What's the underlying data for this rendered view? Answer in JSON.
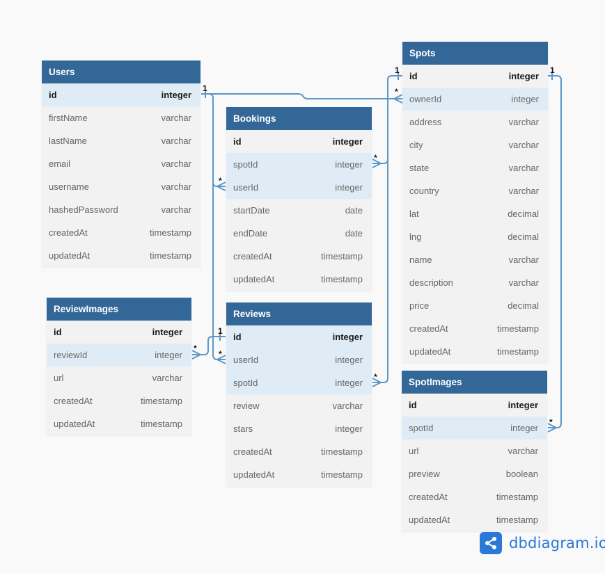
{
  "tables": {
    "users": {
      "name": "Users",
      "fields": [
        {
          "name": "id",
          "type": "integer"
        },
        {
          "name": "firstName",
          "type": "varchar"
        },
        {
          "name": "lastName",
          "type": "varchar"
        },
        {
          "name": "email",
          "type": "varchar"
        },
        {
          "name": "username",
          "type": "varchar"
        },
        {
          "name": "hashedPassword",
          "type": "varchar"
        },
        {
          "name": "createdAt",
          "type": "timestamp"
        },
        {
          "name": "updatedAt",
          "type": "timestamp"
        }
      ]
    },
    "bookings": {
      "name": "Bookings",
      "fields": [
        {
          "name": "id",
          "type": "integer"
        },
        {
          "name": "spotId",
          "type": "integer"
        },
        {
          "name": "userId",
          "type": "integer"
        },
        {
          "name": "startDate",
          "type": "date"
        },
        {
          "name": "endDate",
          "type": "date"
        },
        {
          "name": "createdAt",
          "type": "timestamp"
        },
        {
          "name": "updatedAt",
          "type": "timestamp"
        }
      ]
    },
    "spots": {
      "name": "Spots",
      "fields": [
        {
          "name": "id",
          "type": "integer"
        },
        {
          "name": "ownerId",
          "type": "integer"
        },
        {
          "name": "address",
          "type": "varchar"
        },
        {
          "name": "city",
          "type": "varchar"
        },
        {
          "name": "state",
          "type": "varchar"
        },
        {
          "name": "country",
          "type": "varchar"
        },
        {
          "name": "lat",
          "type": "decimal"
        },
        {
          "name": "lng",
          "type": "decimal"
        },
        {
          "name": "name",
          "type": "varchar"
        },
        {
          "name": "description",
          "type": "varchar"
        },
        {
          "name": "price",
          "type": "decimal"
        },
        {
          "name": "createdAt",
          "type": "timestamp"
        },
        {
          "name": "updatedAt",
          "type": "timestamp"
        }
      ]
    },
    "reviewImages": {
      "name": "ReviewImages",
      "fields": [
        {
          "name": "id",
          "type": "integer"
        },
        {
          "name": "reviewId",
          "type": "integer"
        },
        {
          "name": "url",
          "type": "varchar"
        },
        {
          "name": "createdAt",
          "type": "timestamp"
        },
        {
          "name": "updatedAt",
          "type": "timestamp"
        }
      ]
    },
    "reviews": {
      "name": "Reviews",
      "fields": [
        {
          "name": "id",
          "type": "integer"
        },
        {
          "name": "userId",
          "type": "integer"
        },
        {
          "name": "spotId",
          "type": "integer"
        },
        {
          "name": "review",
          "type": "varchar"
        },
        {
          "name": "stars",
          "type": "integer"
        },
        {
          "name": "createdAt",
          "type": "timestamp"
        },
        {
          "name": "updatedAt",
          "type": "timestamp"
        }
      ]
    },
    "spotImages": {
      "name": "SpotImages",
      "fields": [
        {
          "name": "id",
          "type": "integer"
        },
        {
          "name": "spotId",
          "type": "integer"
        },
        {
          "name": "url",
          "type": "varchar"
        },
        {
          "name": "preview",
          "type": "boolean"
        },
        {
          "name": "createdAt",
          "type": "timestamp"
        },
        {
          "name": "updatedAt",
          "type": "timestamp"
        }
      ]
    }
  },
  "relationships": [
    {
      "from": "Users.id",
      "to": "Spots.ownerId",
      "from_card": "1",
      "to_card": "*"
    },
    {
      "from": "Users.id",
      "to": "Bookings.userId",
      "from_card": "",
      "to_card": "*"
    },
    {
      "from": "Users.id",
      "to": "Reviews.userId",
      "from_card": "",
      "to_card": "*"
    },
    {
      "from": "Spots.id",
      "to": "Bookings.spotId",
      "from_card": "1",
      "to_card": "*"
    },
    {
      "from": "Spots.id",
      "to": "Reviews.spotId",
      "from_card": "",
      "to_card": "*"
    },
    {
      "from": "Spots.id",
      "to": "SpotImages.spotId",
      "from_card": "1",
      "to_card": "*"
    },
    {
      "from": "Reviews.id",
      "to": "ReviewImages.reviewId",
      "from_card": "1",
      "to_card": "*"
    }
  ],
  "brand": {
    "text": "dbdiagram.io",
    "color": "#2a78d8"
  },
  "colors": {
    "header": "#326798",
    "highlight": "#dfecf5",
    "body": "#f2f2f2",
    "line": "#5b97c9"
  }
}
